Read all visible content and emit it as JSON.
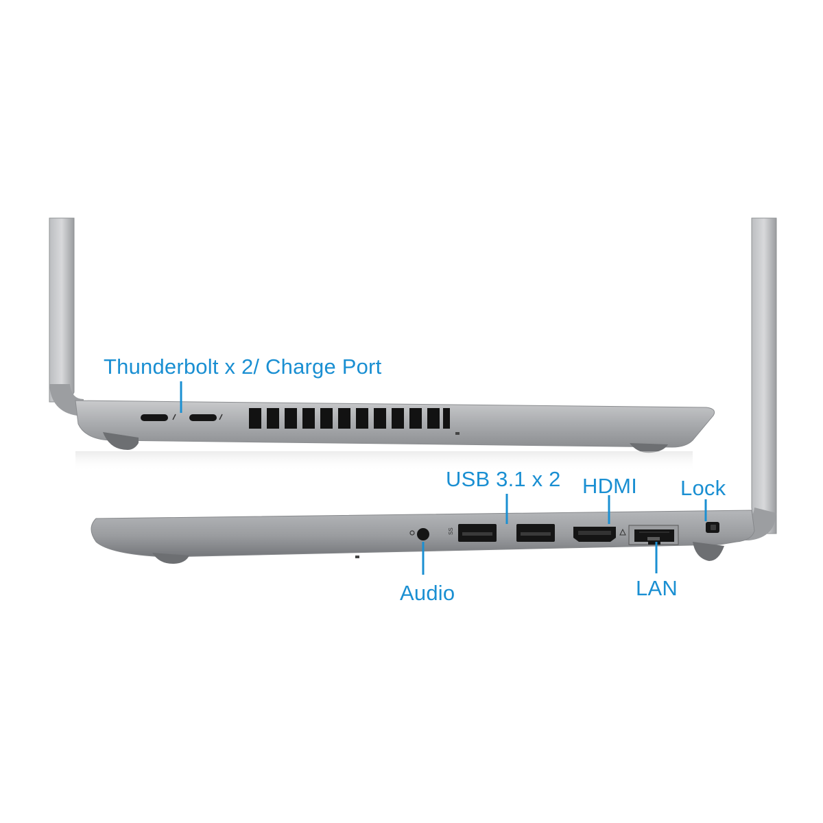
{
  "labels": {
    "thunderbolt": "Thunderbolt x 2/ Charge Port",
    "usb": "USB 3.1 x 2",
    "hdmi": "HDMI",
    "lock": "Lock",
    "audio": "Audio",
    "lan": "LAN"
  },
  "colors": {
    "label_blue": "#1a8fd2",
    "chassis": "#a7a9ac",
    "chassis_dark": "#7c7e82",
    "port_black": "#151515"
  }
}
